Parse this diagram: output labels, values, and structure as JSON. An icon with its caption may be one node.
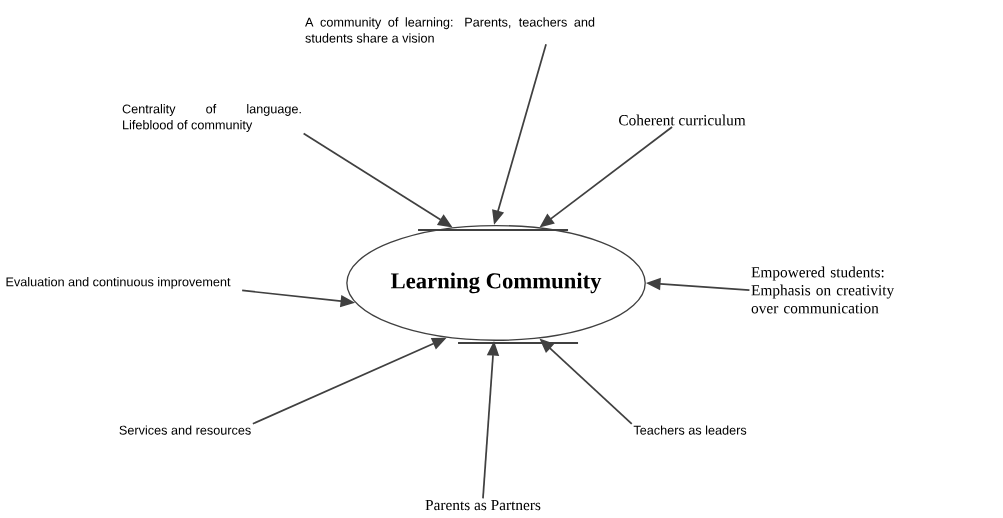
{
  "diagram": {
    "nodes": [
      {
        "text": [
          "Learning Community"
        ]
      },
      {
        "text": [
          "A community of learning: Parents, teachers and students share a vision"
        ]
      },
      {
        "text": [
          "Centrality of language. Lifeblood of community"
        ]
      },
      {
        "text": [
          "Coherent curriculum"
        ]
      },
      {
        "text": [
          "Evaluation and continuous improvement"
        ]
      },
      {
        "text": [
          "Empowered students: Emphasis on creativity over communication"
        ]
      },
      {
        "text": [
          "Services and resources"
        ]
      },
      {
        "text": [
          "Teachers as leaders"
        ]
      },
      {
        "text": [
          "Parents as Partners"
        ]
      }
    ],
    "edges": [
      {
        "from": 1,
        "to": 0,
        "arrow": "to"
      },
      {
        "from": 2,
        "to": 0,
        "arrow": "to"
      },
      {
        "from": 3,
        "to": 0,
        "arrow": "to"
      },
      {
        "from": 4,
        "to": 0,
        "arrow": "to"
      },
      {
        "from": 5,
        "to": 0,
        "arrow": "to"
      },
      {
        "from": 6,
        "to": 0,
        "arrow": "to"
      },
      {
        "from": 7,
        "to": 0,
        "arrow": "to"
      },
      {
        "from": 8,
        "to": 0,
        "arrow": "to"
      }
    ]
  }
}
